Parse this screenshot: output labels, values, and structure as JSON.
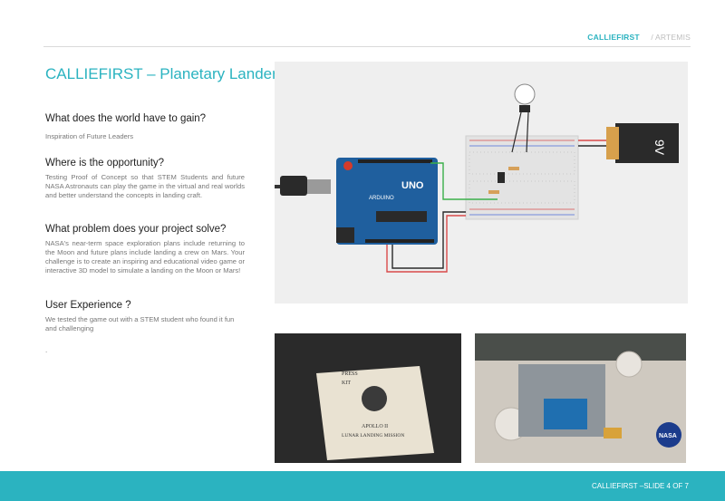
{
  "nav": {
    "active": "CALLIEFIRST",
    "inactive": "/ ARTEMIS"
  },
  "title": "CALLIEFIRST – Planetary Lander",
  "sections": [
    {
      "heading": "What does the world have to gain?",
      "body": "Inspiration of Future Leaders"
    },
    {
      "heading": "Where is the opportunity?",
      "body": "Testing Proof of Concept so that STEM Students and future NASA Astronauts can play the game in the virtual and real worlds and better understand the concepts in landing craft."
    },
    {
      "heading": "What problem does your project solve?",
      "body": "NASA's near-term space exploration plans include returning to the Moon and future plans include landing a crew on Mars. Your challenge is to create an inspiring and educational video game or interactive 3D model to simulate a landing on the Moon or Mars!"
    },
    {
      "heading": "User Experience ?",
      "body": "We tested the game out with a STEM student who found it fun and challenging"
    }
  ],
  "trailing_dot": ".",
  "circuit": {
    "battery_label": "9V",
    "board_label": "UNO",
    "board_brand": "ARDUINO"
  },
  "press_kit": {
    "line1": "PRESS",
    "line2": "KIT",
    "title": "APOLLO II",
    "subtitle": "LUNAR LANDING MISSION"
  },
  "nasa_label": "NASA",
  "footer": "CALLIEFIRST –SLIDE 4 OF 7",
  "colors": {
    "accent": "#2bb3c0",
    "arduino": "#1f5f9e"
  }
}
